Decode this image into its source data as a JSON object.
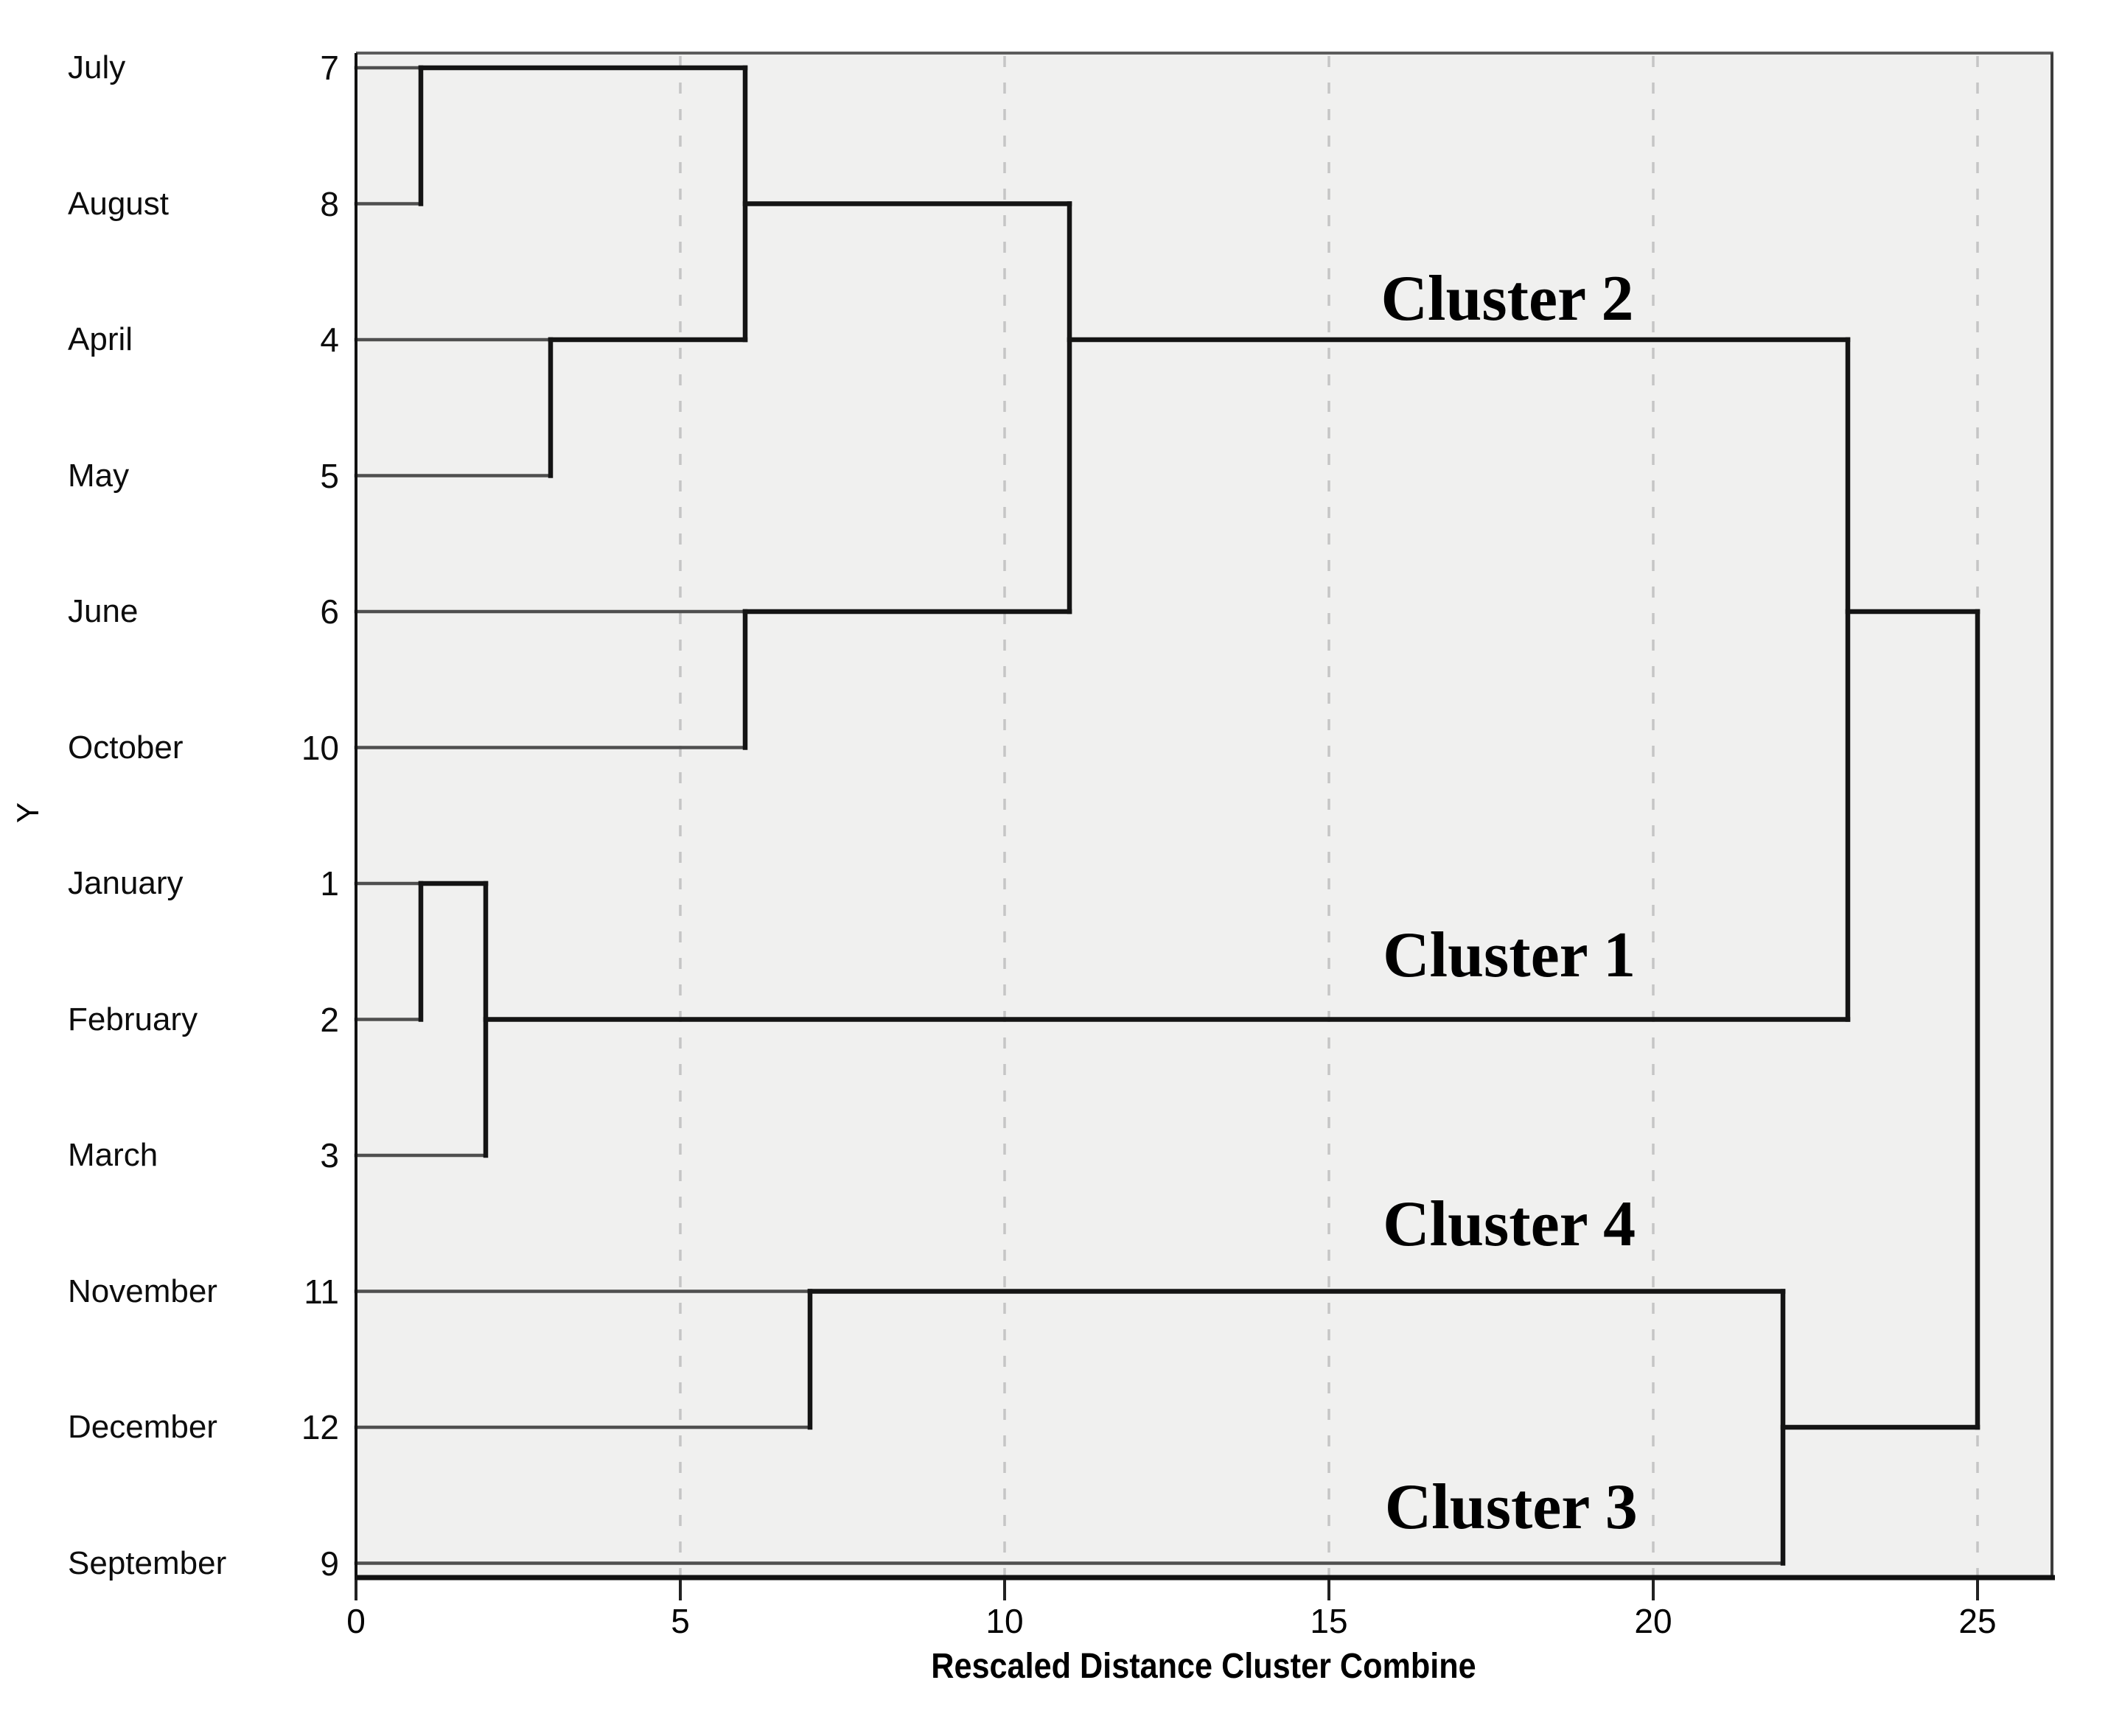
{
  "page": {
    "background": "#ffffff"
  },
  "chart_data": {
    "type": "dendrogram",
    "orientation": "horizontal",
    "xlabel": "Rescaled Distance Cluster Combine",
    "ylabel": "Y",
    "x_ticks": [
      0,
      5,
      10,
      15,
      20,
      25
    ],
    "xlim": [
      0,
      26.2
    ],
    "grid": {
      "show": true,
      "style": "dashed",
      "at": [
        5,
        10,
        15,
        20,
        25
      ]
    },
    "leaves": [
      {
        "label": "July",
        "case": 7
      },
      {
        "label": "August",
        "case": 8
      },
      {
        "label": "April",
        "case": 4
      },
      {
        "label": "May",
        "case": 5
      },
      {
        "label": "June",
        "case": 6
      },
      {
        "label": "October",
        "case": 10
      },
      {
        "label": "January",
        "case": 1
      },
      {
        "label": "February",
        "case": 2
      },
      {
        "label": "March",
        "case": 3
      },
      {
        "label": "November",
        "case": 11
      },
      {
        "label": "December",
        "case": 12
      },
      {
        "label": "September",
        "case": 9
      }
    ],
    "merges": [
      {
        "a": "July",
        "b": "August",
        "distance": 1
      },
      {
        "a": "January",
        "b": "February",
        "distance": 1
      },
      {
        "a": "January+February",
        "b": "March",
        "distance": 2
      },
      {
        "a": "April",
        "b": "May",
        "distance": 3
      },
      {
        "a": "July+August",
        "b": "April+May",
        "distance": 6
      },
      {
        "a": "June",
        "b": "October",
        "distance": 6
      },
      {
        "a": "November",
        "b": "December",
        "distance": 7
      },
      {
        "a": "July+August+April+May",
        "b": "June+October",
        "distance": 11
      },
      {
        "a": "November+December",
        "b": "September",
        "distance": 22
      },
      {
        "a": "July+August+April+May+June+October",
        "b": "January+February+March",
        "distance": 23
      },
      {
        "a": "upper-nine-months",
        "b": "November+December+September",
        "distance": 25
      }
    ],
    "cluster_labels": [
      {
        "text": "Cluster 2",
        "x": 17.75,
        "y_row": 1.7
      },
      {
        "text": "Cluster 1",
        "x": 17.78,
        "y_row": 6.53
      },
      {
        "text": "Cluster 4",
        "x": 17.78,
        "y_row": 8.51
      },
      {
        "text": "Cluster 3",
        "x": 17.81,
        "y_row": 10.59
      }
    ],
    "render": {
      "segments_h": [
        {
          "row": "July",
          "from": 0,
          "to": 1,
          "kind": "leaf"
        },
        {
          "row": "July",
          "from": 1,
          "to": 6,
          "kind": "stem"
        },
        {
          "row": "August",
          "from": 0,
          "to": 1,
          "kind": "leaf"
        },
        {
          "row": "August",
          "from": 6,
          "to": 11,
          "kind": "stem"
        },
        {
          "row": "April",
          "from": 0,
          "to": 3,
          "kind": "leaf"
        },
        {
          "row": "April",
          "from": 3,
          "to": 6,
          "kind": "stem"
        },
        {
          "row": "April",
          "from": 11,
          "to": 23,
          "kind": "stem"
        },
        {
          "row": "May",
          "from": 0,
          "to": 3,
          "kind": "leaf"
        },
        {
          "row": "June",
          "from": 0,
          "to": 6,
          "kind": "leaf"
        },
        {
          "row": "June",
          "from": 6,
          "to": 11,
          "kind": "stem"
        },
        {
          "row": "June",
          "from": 23,
          "to": 25,
          "kind": "stem"
        },
        {
          "row": "October",
          "from": 0,
          "to": 6,
          "kind": "leaf"
        },
        {
          "row": "January",
          "from": 0,
          "to": 1,
          "kind": "leaf"
        },
        {
          "row": "January",
          "from": 1,
          "to": 2,
          "kind": "stem"
        },
        {
          "row": "February",
          "from": 0,
          "to": 1,
          "kind": "leaf"
        },
        {
          "row": "February",
          "from": 2,
          "to": 23,
          "kind": "stem"
        },
        {
          "row": "March",
          "from": 0,
          "to": 2,
          "kind": "leaf"
        },
        {
          "row": "November",
          "from": 0,
          "to": 7,
          "kind": "leaf"
        },
        {
          "row": "November",
          "from": 7,
          "to": 22,
          "kind": "stem"
        },
        {
          "row": "December",
          "from": 0,
          "to": 7,
          "kind": "leaf"
        },
        {
          "row": "December",
          "from": 22,
          "to": 25,
          "kind": "stem"
        },
        {
          "row": "September",
          "from": 0,
          "to": 22,
          "kind": "leaf"
        }
      ],
      "segments_v": [
        {
          "x": 1,
          "top": "July",
          "bottom": "August"
        },
        {
          "x": 3,
          "top": "April",
          "bottom": "May"
        },
        {
          "x": 6,
          "top": "July",
          "bottom": "April"
        },
        {
          "x": 6,
          "top": "June",
          "bottom": "October"
        },
        {
          "x": 11,
          "top": "August",
          "bottom": "June"
        },
        {
          "x": 1,
          "top": "January",
          "bottom": "February"
        },
        {
          "x": 2,
          "top": "January",
          "bottom": "March"
        },
        {
          "x": 7,
          "top": "November",
          "bottom": "December"
        },
        {
          "x": 22,
          "top": "November",
          "bottom": "September"
        },
        {
          "x": 23,
          "top": "April",
          "bottom": "February"
        },
        {
          "x": 25,
          "top": "June",
          "bottom": "December"
        }
      ]
    }
  },
  "colors": {
    "plot_bg": "#f0f0ef",
    "leaf_line": "#4f4f4f",
    "cluster_line": "#141414",
    "grid_line": "#c5c5c5",
    "frame_top": "#5c5c5c",
    "frame_right": "#3d3d3d",
    "axis_line": "#111111",
    "tick_color": "#222222",
    "text": "#000000"
  }
}
